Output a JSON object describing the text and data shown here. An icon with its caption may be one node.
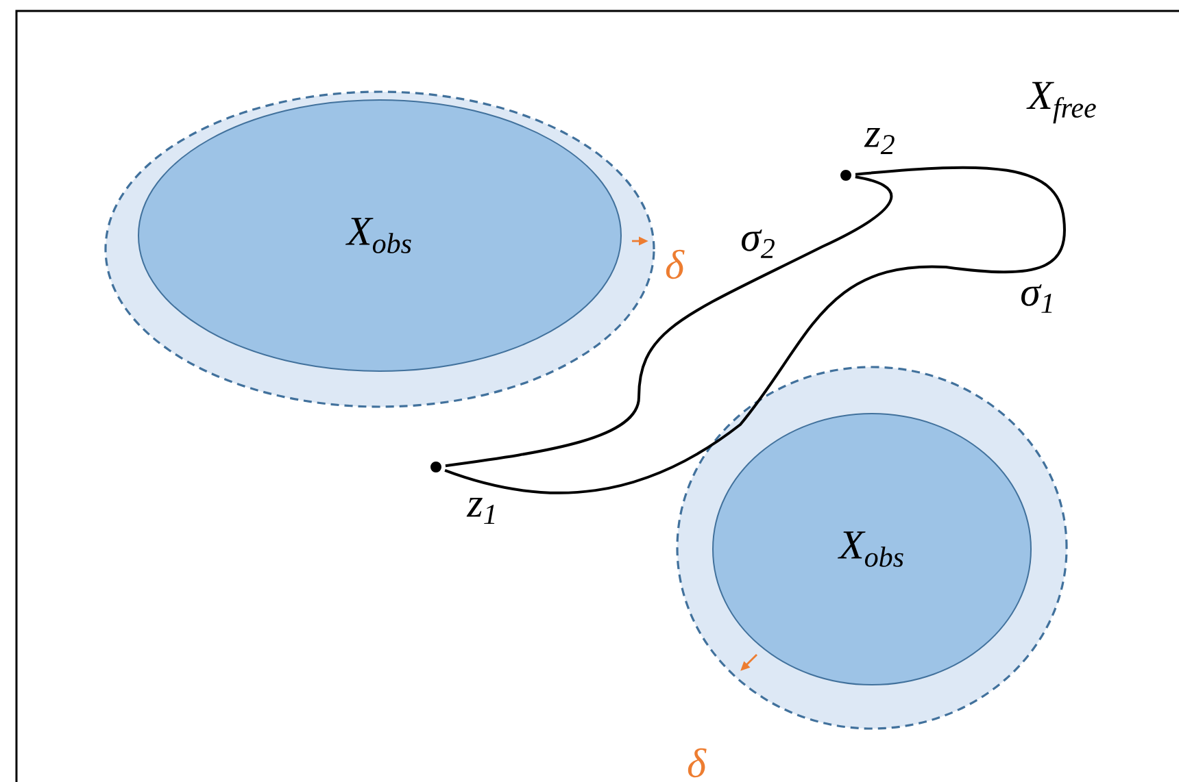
{
  "diagram": {
    "nodes": [
      {
        "text": [],
        "shape": "ellipse"
      },
      {
        "text": [
          "X$_{obs}$"
        ],
        "in": 0
      },
      {
        "text": [],
        "shape": "circle",
        "beside": [
          "z$_{2}$"
        ]
      },
      {
        "text": [],
        "shape": "circle",
        "beside": [
          "z$_{1}$"
        ]
      },
      {
        "text": [],
        "shape": "ellipse"
      },
      {
        "text": [
          "X$_{obs}$"
        ],
        "in": 4
      }
    ],
    "edges": [
      {
        "from": 3,
        "to": 2,
        "arrow": "none",
        "label": "σ$_{1}$"
      },
      {
        "from": 3,
        "to": 2,
        "arrow": "none",
        "label": "σ$_{2}$"
      }
    ],
    "labels": [
      "X$_{free}$",
      "δ",
      "δ"
    ]
  }
}
